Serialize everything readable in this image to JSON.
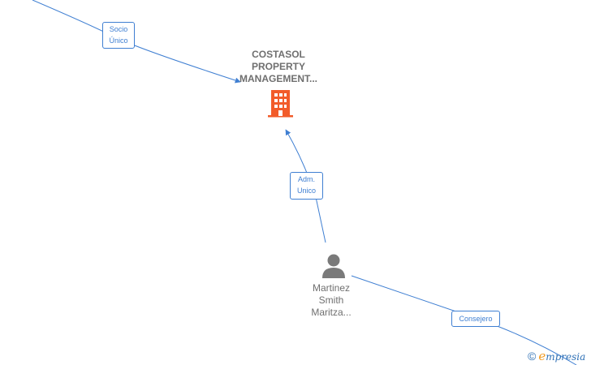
{
  "company": {
    "name_lines": [
      "COSTASOL",
      "PROPERTY",
      "MANAGEMENT..."
    ]
  },
  "person": {
    "name_lines": [
      "Martinez",
      "Smith",
      "Maritza..."
    ]
  },
  "edges": {
    "socio_unico": {
      "label_lines": [
        "Socio",
        "Único"
      ]
    },
    "adm_unico": {
      "label_lines": [
        "Adm.",
        "Unico"
      ]
    },
    "consejero": {
      "label_lines": [
        "Consejero"
      ]
    }
  },
  "watermark": {
    "copyright": "©",
    "brand_first": "e",
    "brand_rest": "mpresia"
  },
  "colors": {
    "edge": "#3f7fd2",
    "company_icon": "#f25c2a",
    "person_icon": "#7a7a7a",
    "text": "#6f6f6f"
  }
}
